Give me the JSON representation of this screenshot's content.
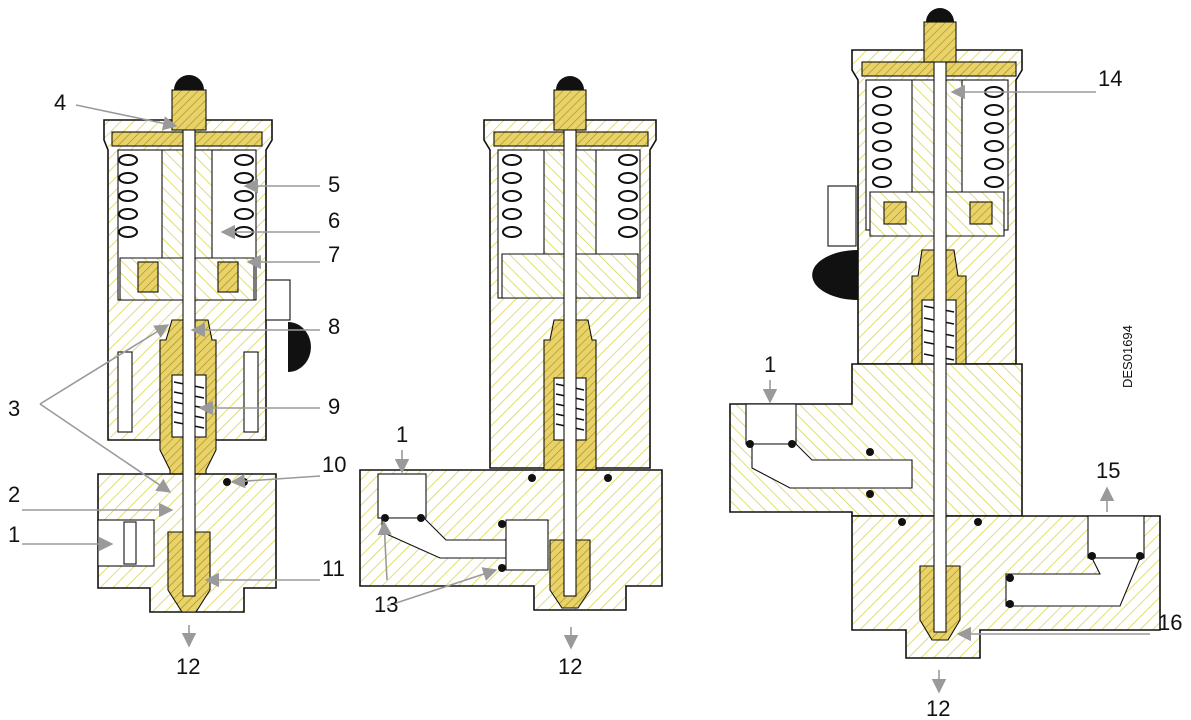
{
  "figure": {
    "code": "DES01694",
    "colors": {
      "hatch": "#d8cf3a",
      "brass": "#c9a51a",
      "outline": "#111111",
      "leader": "#9a9a9a",
      "knob": "#111111"
    }
  },
  "callouts": {
    "c1": "1",
    "c2": "2",
    "c3": "3",
    "c4": "4",
    "c5": "5",
    "c6": "6",
    "c7": "7",
    "c8": "8",
    "c9": "9",
    "c10": "10",
    "c11": "11",
    "c12": "12",
    "c13": "13",
    "c14": "14",
    "c15": "15",
    "c16": "16"
  }
}
